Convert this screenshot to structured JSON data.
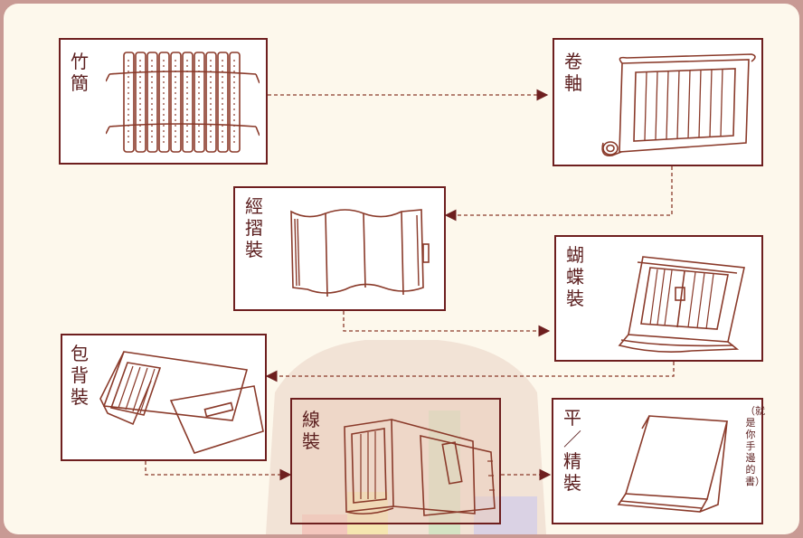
{
  "colors": {
    "frame": "#c89a94",
    "background": "#fdf8ec",
    "box_border": "#6e1f1f",
    "sketch_line": "#8a3a2a",
    "label": "#5a1d1d",
    "arrow": "#6e1f1f"
  },
  "labels": {
    "bamboo": "竹簡",
    "scroll": "卷軸",
    "sutra_fold": "經摺裝",
    "butterfly": "蝴蝶裝",
    "wrapped_back": "包背裝",
    "thread": "線裝",
    "paper_hard": "平／精裝",
    "note": "（就是你手邊的書）"
  }
}
